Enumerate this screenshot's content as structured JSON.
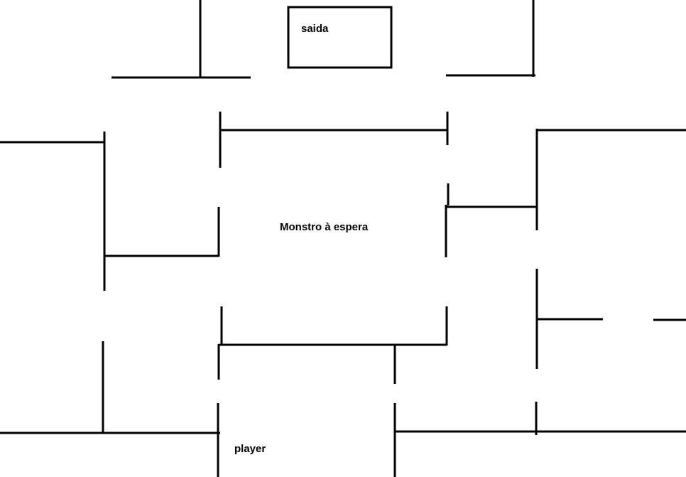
{
  "labels": {
    "exit": "saida",
    "monster": "Monstro à espera",
    "player": "player"
  },
  "colors": {
    "background": "#ffffff",
    "ink": "#000000"
  }
}
